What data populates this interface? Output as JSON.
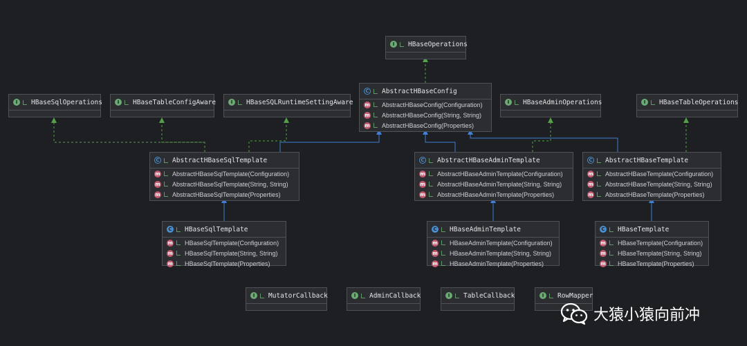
{
  "classes": {
    "hbase_operations": {
      "name": "HBaseOperations",
      "kind": "interface",
      "methods": []
    },
    "abstract_hbase_config": {
      "name": "AbstractHBaseConfig",
      "kind": "abstract",
      "methods": [
        "AbstractHBaseConfig(Configuration)",
        "AbstractHBaseConfig(String, String)",
        "AbstractHBaseConfig(Properties)"
      ]
    },
    "hbase_sql_operations": {
      "name": "HBaseSqlOperations",
      "kind": "interface",
      "methods": []
    },
    "hbase_table_config_aware": {
      "name": "HBaseTableConfigAware",
      "kind": "interface",
      "methods": []
    },
    "hbase_sql_runtime_setting_aware": {
      "name": "HBaseSQLRuntimeSettingAware",
      "kind": "interface",
      "methods": []
    },
    "hbase_admin_operations": {
      "name": "HBaseAdminOperations",
      "kind": "interface",
      "methods": []
    },
    "hbase_table_operations": {
      "name": "HBaseTableOperations",
      "kind": "interface",
      "methods": []
    },
    "abstract_hbase_sql_template": {
      "name": "AbstractHBaseSqlTemplate",
      "kind": "abstract",
      "methods": [
        "AbstractHBaseSqlTemplate(Configuration)",
        "AbstractHBaseSqlTemplate(String, String)",
        "AbstractHBaseSqlTemplate(Properties)"
      ]
    },
    "abstract_hbase_admin_template": {
      "name": "AbstractHBaseAdminTemplate",
      "kind": "abstract",
      "methods": [
        "AbstractHBaseAdminTemplate(Configuration)",
        "AbstractHBaseAdminTemplate(String, String)",
        "AbstractHBaseAdminTemplate(Properties)"
      ]
    },
    "abstract_hbase_template": {
      "name": "AbstractHBaseTemplate",
      "kind": "abstract",
      "methods": [
        "AbstractHBaseTemplate(Configuration)",
        "AbstractHBaseTemplate(String, String)",
        "AbstractHBaseTemplate(Properties)"
      ]
    },
    "hbase_sql_template": {
      "name": "HBaseSqlTemplate",
      "kind": "class",
      "methods": [
        "HBaseSqlTemplate(Configuration)",
        "HBaseSqlTemplate(String, String)",
        "HBaseSqlTemplate(Properties)"
      ]
    },
    "hbase_admin_template": {
      "name": "HBaseAdminTemplate",
      "kind": "class",
      "methods": [
        "HBaseAdminTemplate(Configuration)",
        "HBaseAdminTemplate(String, String)",
        "HBaseAdminTemplate(Properties)"
      ]
    },
    "hbase_template": {
      "name": "HBaseTemplate",
      "kind": "class",
      "methods": [
        "HBaseTemplate(Configuration)",
        "HBaseTemplate(String, String)",
        "HBaseTemplate(Properties)"
      ]
    },
    "mutator_callback": {
      "name": "MutatorCallback",
      "kind": "interface",
      "methods": []
    },
    "admin_callback": {
      "name": "AdminCallback",
      "kind": "interface",
      "methods": []
    },
    "table_callback": {
      "name": "TableCallback",
      "kind": "interface",
      "methods": []
    },
    "row_mapper": {
      "name": "RowMapper",
      "kind": "interface",
      "methods": []
    }
  },
  "relations": [
    {
      "from": "abstract_hbase_config",
      "to": "hbase_operations",
      "type": "implements"
    },
    {
      "from": "abstract_hbase_sql_template",
      "to": "hbase_sql_operations",
      "type": "implements"
    },
    {
      "from": "abstract_hbase_sql_template",
      "to": "hbase_table_config_aware",
      "type": "implements"
    },
    {
      "from": "abstract_hbase_sql_template",
      "to": "hbase_sql_runtime_setting_aware",
      "type": "implements"
    },
    {
      "from": "abstract_hbase_sql_template",
      "to": "abstract_hbase_config",
      "type": "extends"
    },
    {
      "from": "abstract_hbase_admin_template",
      "to": "abstract_hbase_config",
      "type": "extends"
    },
    {
      "from": "abstract_hbase_admin_template",
      "to": "hbase_admin_operations",
      "type": "implements"
    },
    {
      "from": "abstract_hbase_template",
      "to": "abstract_hbase_config",
      "type": "extends"
    },
    {
      "from": "abstract_hbase_template",
      "to": "hbase_table_operations",
      "type": "implements"
    },
    {
      "from": "hbase_sql_template",
      "to": "abstract_hbase_sql_template",
      "type": "extends"
    },
    {
      "from": "hbase_admin_template",
      "to": "abstract_hbase_admin_template",
      "type": "extends"
    },
    {
      "from": "hbase_template",
      "to": "abstract_hbase_template",
      "type": "extends"
    }
  ],
  "icons": {
    "interface": "interface-icon",
    "abstract": "abstract-class-icon",
    "class": "class-icon",
    "method": "method-icon",
    "visibility": "public-visibility-icon",
    "watermark_logo": "wechat-icon"
  },
  "colors": {
    "background": "#1e1f22",
    "node_fill": "#2b2d30",
    "node_border": "#4e5157",
    "implements_edge": "#55a14a",
    "extends_edge": "#3f7fd6",
    "interface_icon": "#6aab73",
    "class_icon": "#4a8fd0",
    "method_icon": "#c15a6e"
  },
  "watermark": {
    "text": "大猿小猿向前冲"
  }
}
